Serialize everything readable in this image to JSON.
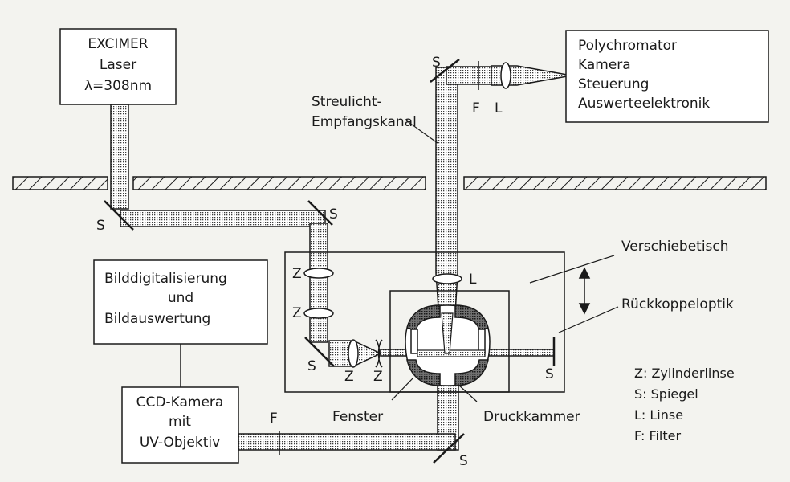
{
  "boxes": {
    "laser": [
      "EXCIMER",
      "Laser",
      "λ=308nm"
    ],
    "polychromator": [
      "Polychromator",
      "Kamera",
      "Steuerung",
      "Auswerteelektronik"
    ],
    "bild": [
      "Bilddigitalisierung",
      "und",
      "Bildauswertung"
    ],
    "ccd": [
      "CCD-Kamera",
      "mit",
      "UV-Objektiv"
    ]
  },
  "labels": {
    "streulicht_1": "Streulicht-",
    "streulicht_2": "Empfangskanal",
    "verschiebetisch": "Verschiebetisch",
    "rueckkoppeloptik": "Rückkoppeloptik",
    "fenster": "Fenster",
    "druckkammer": "Druckkammer",
    "mirror": "S",
    "filter": "F",
    "lens": "L",
    "cyl_lens": "Z"
  },
  "legend": [
    "Z:  Zylinderlinse",
    "S:  Spiegel",
    "L:  Linse",
    "F:  Filter"
  ],
  "colors": {
    "ink": "#1a1a1a",
    "background": "#f3f3ef"
  }
}
